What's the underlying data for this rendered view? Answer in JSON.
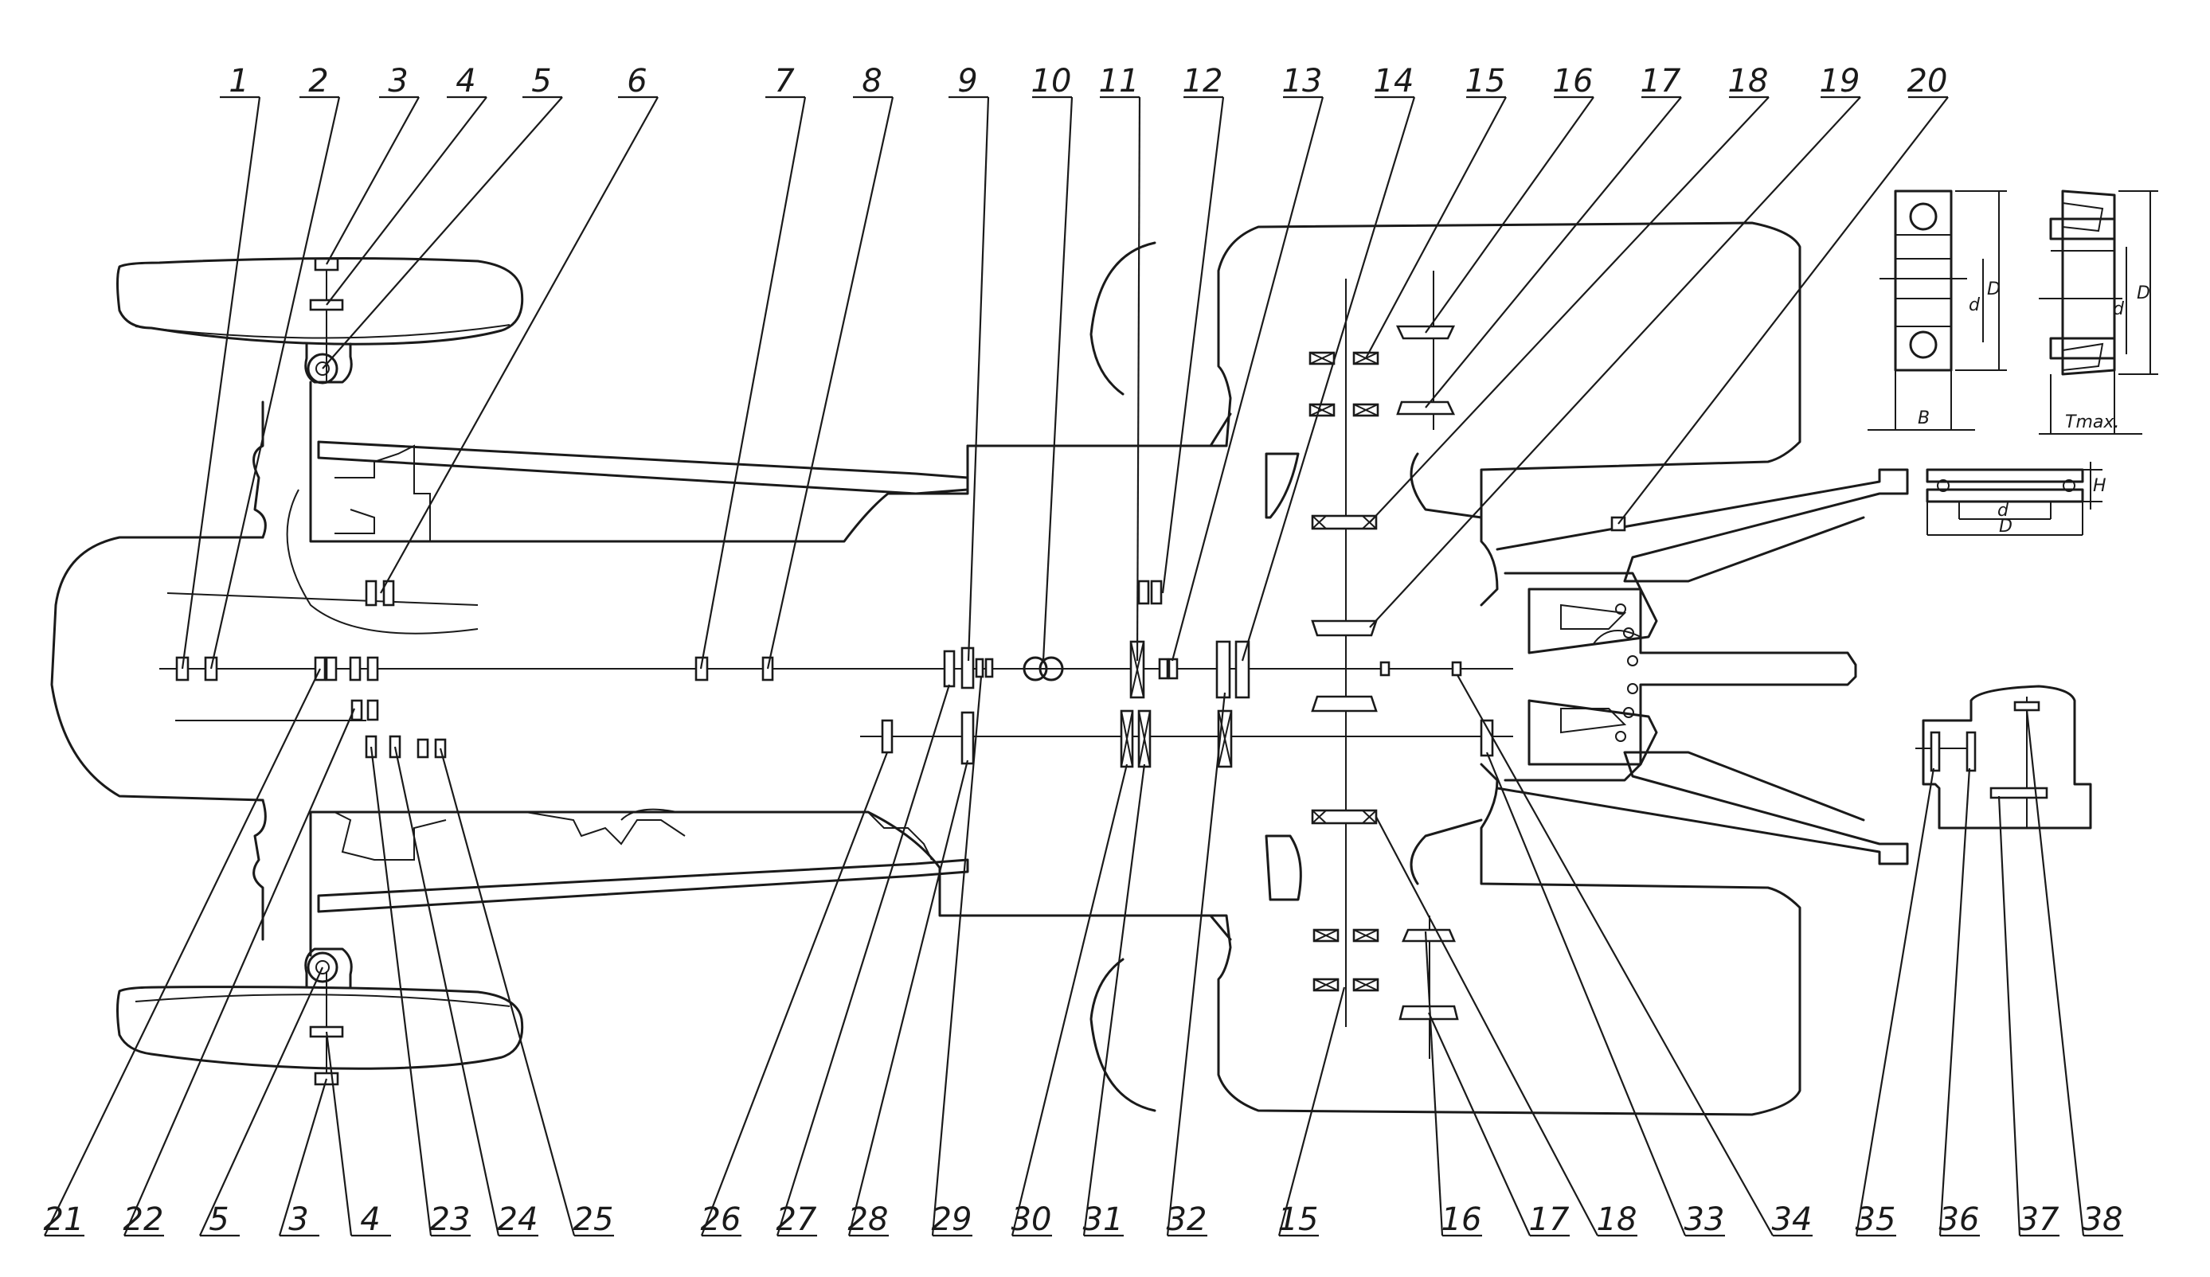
{
  "callouts": {
    "top": [
      "1",
      "2",
      "3",
      "4",
      "5",
      "6",
      "7",
      "8",
      "9",
      "10",
      "11",
      "12",
      "13",
      "14",
      "15",
      "16",
      "17",
      "18",
      "19",
      "20"
    ],
    "bottom": [
      "21",
      "22",
      "5",
      "3",
      "4",
      "23",
      "24",
      "25",
      "26",
      "27",
      "28",
      "29",
      "30",
      "31",
      "32",
      "15",
      "16",
      "17",
      "18",
      "33",
      "34",
      "35",
      "36",
      "37",
      "38"
    ]
  },
  "insets": {
    "ball_bearing": {
      "B": "B",
      "d": "d",
      "D": "D"
    },
    "tapered_bearing": {
      "T": "Tmax.",
      "d": "d",
      "D": "D"
    },
    "thrust_bearing": {
      "H": "H",
      "d": "d",
      "D": "D"
    }
  }
}
